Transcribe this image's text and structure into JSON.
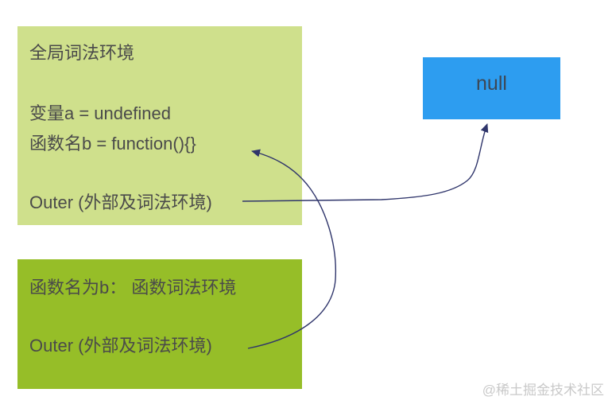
{
  "global_env_box": {
    "title": "全局词法环境",
    "line_var_a": "变量a = undefined",
    "line_func_b": "函数名b = function(){}",
    "line_outer": "Outer (外部及词法环境)"
  },
  "function_env_box": {
    "title": "函数名为b： 函数词法环境",
    "line_outer": "Outer (外部及词法环境)"
  },
  "null_box": {
    "label": "null"
  },
  "watermark": {
    "text": "@稀土掘金技术社区"
  },
  "colors": {
    "global_box_bg": "#cfe08c",
    "function_box_bg": "#96be28",
    "null_box_bg": "#2d9df0",
    "box_text": "#4a4a4a",
    "null_text": "#3d4754",
    "arrow": "#2f356b",
    "watermark": "#c9c9c9"
  }
}
